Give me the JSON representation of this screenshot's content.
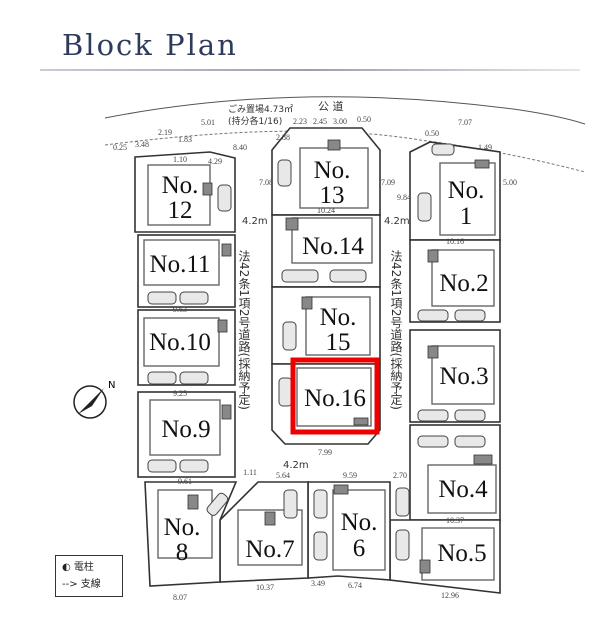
{
  "title": "Block Plan",
  "public_road": "公 道",
  "garbage_area": "ごみ置場4.73㎡",
  "garbage_share": "(持分各1/16)",
  "private_road_label": "法42条1項2号道路(採納予定)",
  "road_width": "4.2m",
  "lots": [
    {
      "id": "12",
      "no": "No.",
      "num": "12"
    },
    {
      "id": "11",
      "label": "No.11"
    },
    {
      "id": "10",
      "label": "No.10"
    },
    {
      "id": "9",
      "label": "No.9"
    },
    {
      "id": "13",
      "no": "No.",
      "num": "13"
    },
    {
      "id": "14",
      "label": "No.14"
    },
    {
      "id": "15",
      "no": "No.",
      "num": "15"
    },
    {
      "id": "16",
      "label": "No.16"
    },
    {
      "id": "1",
      "no": "No.",
      "num": "1"
    },
    {
      "id": "2",
      "label": "No.2"
    },
    {
      "id": "3",
      "label": "No.3"
    },
    {
      "id": "4",
      "label": "No.4"
    },
    {
      "id": "5",
      "label": "No.5"
    },
    {
      "id": "6",
      "no": "No.",
      "num": "6"
    },
    {
      "id": "7",
      "label": "No.7"
    },
    {
      "id": "8",
      "no": "No.",
      "num": "8"
    }
  ],
  "highlight_color": "#ee0000",
  "dimensions": [
    "0.25",
    "3.48",
    "2.19",
    "1.83",
    "1.10",
    "4.29",
    "8.40",
    "5.01",
    "2.23",
    "2.45",
    "3.00",
    "0.50",
    "2.88",
    "7.08",
    "7.09",
    "10.24",
    "0.50",
    "1.49",
    "7.07",
    "5.00",
    "9.84",
    "10.16",
    "9.25",
    "8.07",
    "10.37",
    "3.49",
    "6.74",
    "12.96",
    "5.64",
    "9.59",
    "2.70",
    "1.11",
    "7.99",
    "10.37",
    "9.61",
    "9.63"
  ],
  "legend": {
    "pole": "電柱",
    "guy_wire": "支線"
  },
  "legend_icons": {
    "pole": "half-filled-circle",
    "guy_wire": "dashed-arrow"
  }
}
